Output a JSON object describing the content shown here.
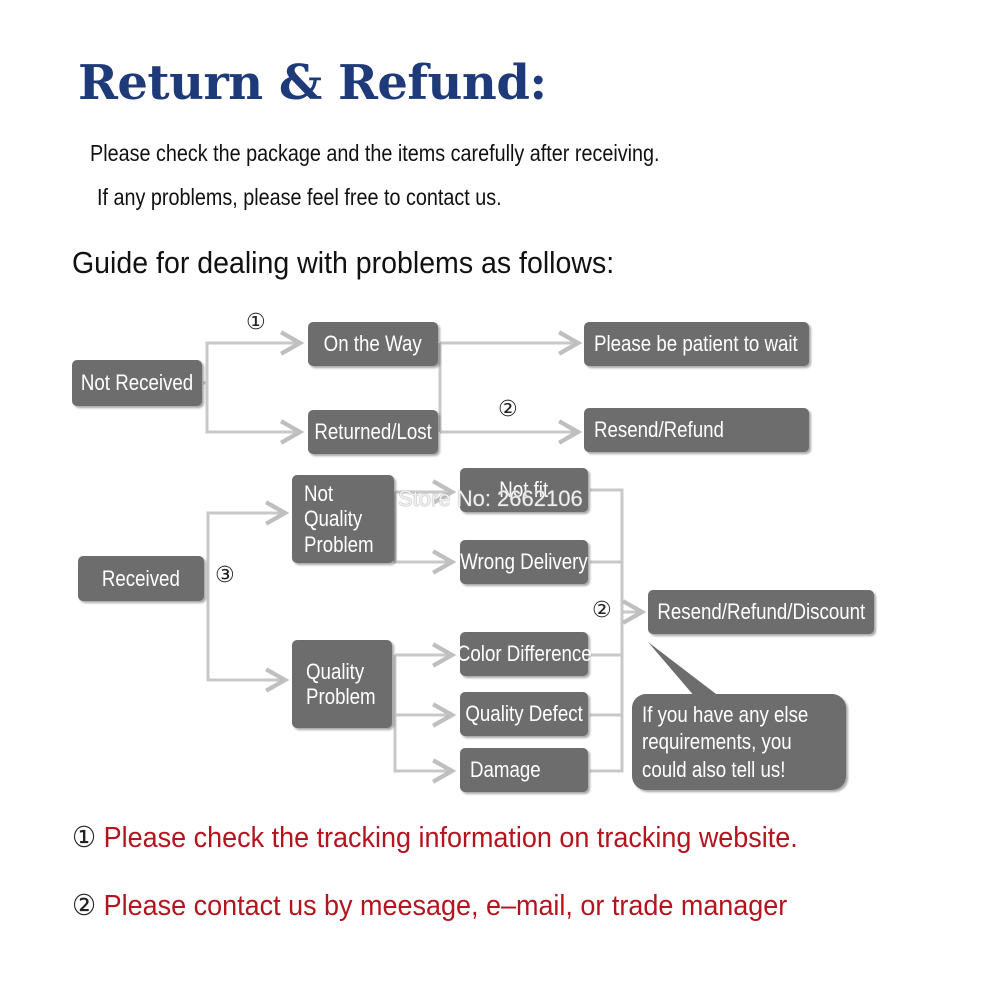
{
  "header": {
    "title": "Return & Refund:",
    "line1": "Please check the package and the items carefully after receiving.",
    "line2": "If any problems, please feel free to contact us.",
    "guide": "Guide for dealing with problems as follows:"
  },
  "flow": {
    "not_received": "Not Received",
    "on_the_way": "On the Way",
    "returned_lost": "Returned/Lost",
    "wait": "Please be patient to wait",
    "resend_refund": "Resend/Refund",
    "received": "Received",
    "not_quality_problem": "Not Quality Problem",
    "not_fit": "Not fit",
    "wrong_delivery": "Wrong Delivery",
    "quality_problem": "Quality Problem",
    "color_difference": "Color Difference",
    "quality_defect": "Quality Defect",
    "damage": "Damage",
    "resend_refund_discount": "Resend/Refund/Discount",
    "else_requirements": "If you have any else requirements, you could also tell us!",
    "step1": "①",
    "step2": "②",
    "step3": "③"
  },
  "watermark": "Store No: 2662106",
  "notes": {
    "n1_num": "①",
    "n1_text": "Please check the tracking information on tracking website.",
    "n2_num": "②",
    "n2_text": "Please contact us by meesage, e–mail, or trade manager"
  },
  "colors": {
    "title": "#1f3a78",
    "box": "#6d6d6d",
    "note": "#b4141e"
  }
}
